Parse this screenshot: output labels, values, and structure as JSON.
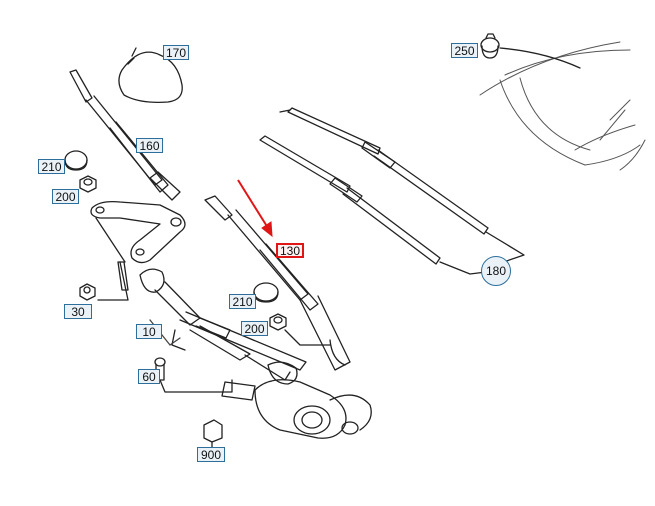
{
  "diagram": {
    "highlight_color": "#e01616",
    "callout_border_color": "#2d6f9a",
    "callouts": {
      "c170": "170",
      "c250": "250",
      "c160": "160",
      "c210a": "210",
      "c200a": "200",
      "c130": "130",
      "c180": "180",
      "c210b": "210",
      "c200b": "200",
      "c30": "30",
      "c10": "10",
      "c60": "60",
      "c900": "900"
    }
  }
}
